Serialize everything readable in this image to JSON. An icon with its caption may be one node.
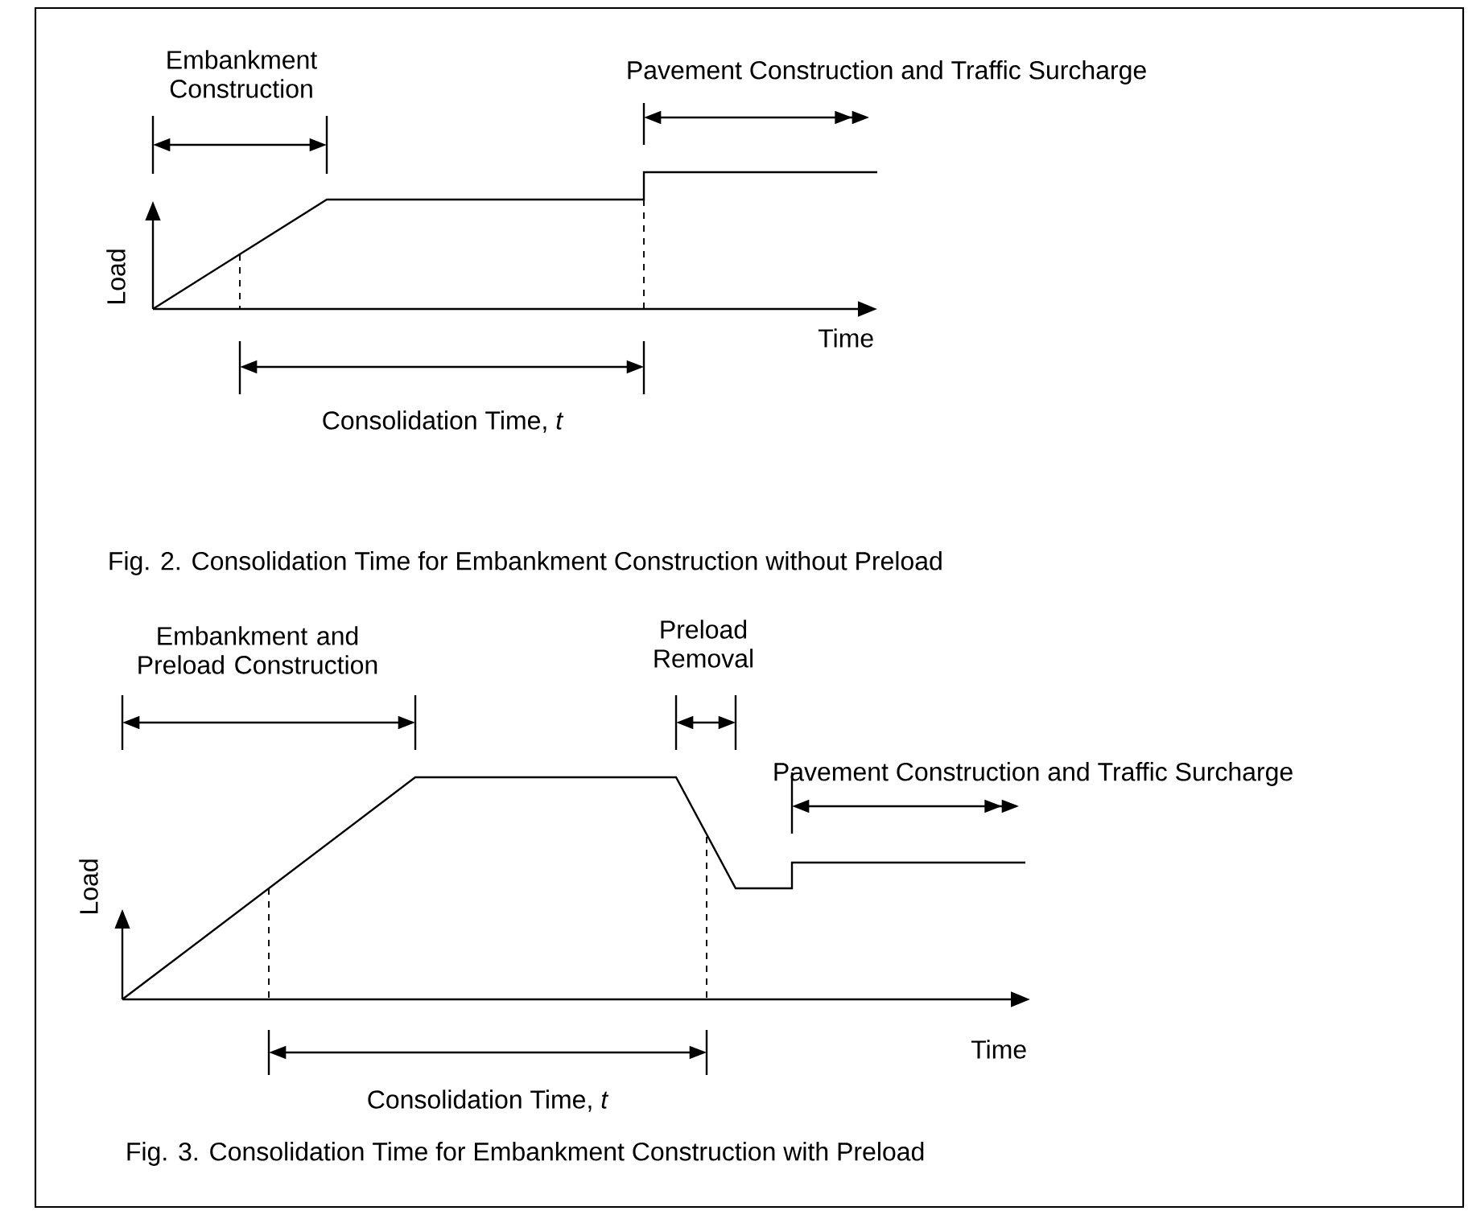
{
  "diagram": {
    "labels": [
      "Embankment Construction",
      "Pavement Construction and Traffic Surcharge",
      "Load",
      "Consolidation Time, *t*",
      "Time",
      "Fig. 2.  Consolidation Time for Embankment Construction without Preload",
      "Embankment and Preload Construction",
      "Preload Removal",
      "Pavement Construction and Traffic Surcharge",
      "Load",
      "Time",
      "Consolidation Time, *t*",
      "Fig. 3.  Consolidation Time for Embankment Construction with Preload"
    ]
  }
}
